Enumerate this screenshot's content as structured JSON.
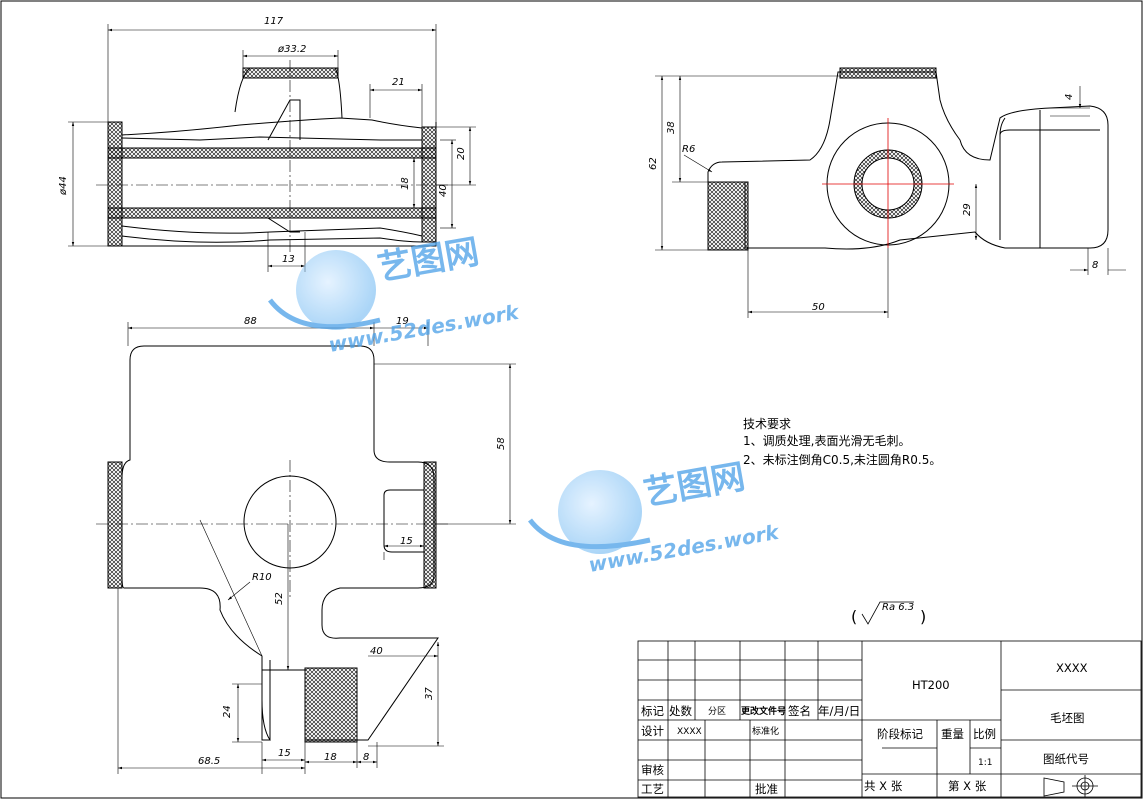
{
  "dimensions": {
    "d117": "117",
    "d33_2": "ø33.2",
    "d21": "21",
    "d44": "ø44",
    "d20": "20",
    "d18": "18",
    "d40a": "40",
    "d13": "13",
    "d38": "38",
    "d62": "62",
    "dR6": "R6",
    "d4": "4",
    "d29": "29",
    "d8a": "8",
    "d50": "50",
    "d88": "88",
    "d19": "19",
    "d58": "58",
    "d15a": "15",
    "dR10": "R10",
    "d52": "52",
    "d40b": "40",
    "d24": "24",
    "d37": "37",
    "d15b": "15",
    "d18b": "18",
    "d8b": "8",
    "d68_5": "68.5"
  },
  "tech": {
    "title": "技术要求",
    "line1": "1、调质处理,表面光滑无毛刺。",
    "line2": "2、未标注倒角C0.5,未注圆角R0.5。"
  },
  "roughness": {
    "open": "(",
    "value": "Ra 6.3",
    "close": ")"
  },
  "watermark": {
    "cn": "艺图网",
    "en": "www.52des.work"
  },
  "title_block": {
    "material": "HT200",
    "company": "XXXX",
    "drawing_name": "毛坯图",
    "drawing_code_label": "图纸代号",
    "stage_label": "阶段标记",
    "weight_label": "重量",
    "scale_label": "比例",
    "scale_value": "1:1",
    "total_sheets": "共  X  张",
    "sheet_no": "第  X  张",
    "mark": "标记",
    "count": "处数",
    "zone": "分区",
    "change_doc": "更改文件号",
    "sign": "签名",
    "date": "年/月/日",
    "design": "设计",
    "design_value": "XXXX",
    "standard": "标准化",
    "review": "审核",
    "process": "工艺",
    "approve": "批准"
  }
}
